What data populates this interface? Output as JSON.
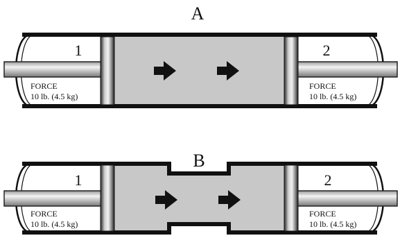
{
  "diagrams": [
    {
      "label": "A",
      "left_piston": {
        "number": "1",
        "force_label": "FORCE",
        "force_value": "10 lb. (4.5 kg)"
      },
      "right_piston": {
        "number": "2",
        "force_label": "FORCE",
        "force_value": "10 lb. (4.5 kg)"
      },
      "chamber": "uniform",
      "flow_arrows": 2
    },
    {
      "label": "B",
      "left_piston": {
        "number": "1",
        "force_label": "FORCE",
        "force_value": "10 lb. (4.5 kg)"
      },
      "right_piston": {
        "number": "2",
        "force_label": "FORCE",
        "force_value": "10 lb. (4.5 kg)"
      },
      "chamber": "constricted",
      "flow_arrows": 2
    }
  ],
  "colors": {
    "fluid": "#c8c8c8",
    "outline": "#111111",
    "rod": "#bdbdbd"
  }
}
